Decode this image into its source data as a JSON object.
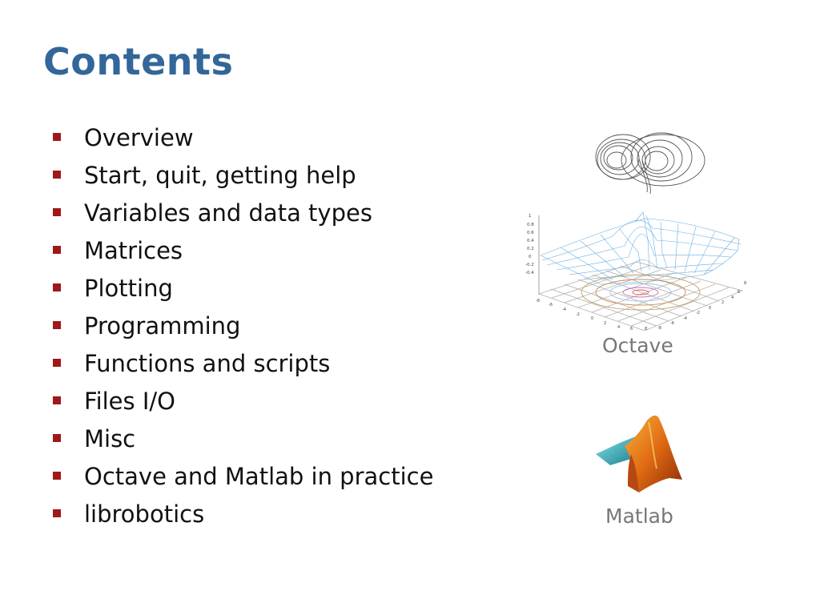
{
  "slide": {
    "title": "Contents",
    "items": [
      "Overview",
      "Start, quit, getting help",
      "Variables and data types",
      "Matrices",
      "Plotting",
      "Programming",
      "Functions and scripts",
      "Files I/O",
      "Misc",
      "Octave and Matlab in practice",
      "librobotics"
    ],
    "bullet_color": "#a01818",
    "title_color": "#336699"
  },
  "figures": {
    "octave": {
      "caption": "Octave",
      "icon": "lorenz-attractor-and-3d-mesh-plot",
      "axis_ticks_z": [
        "1",
        "0.8",
        "0.6",
        "0.4",
        "0.2",
        "0",
        "-0.2",
        "-0.4"
      ],
      "axis_ticks_x": [
        "-8",
        "-6",
        "-4",
        "-2",
        "0",
        "2",
        "4",
        "6",
        "8"
      ],
      "axis_ticks_y": [
        "-8",
        "-6",
        "-4",
        "-2",
        "0",
        "2",
        "4",
        "6",
        "8"
      ]
    },
    "matlab": {
      "caption": "Matlab",
      "icon": "matlab-membrane-logo"
    }
  }
}
